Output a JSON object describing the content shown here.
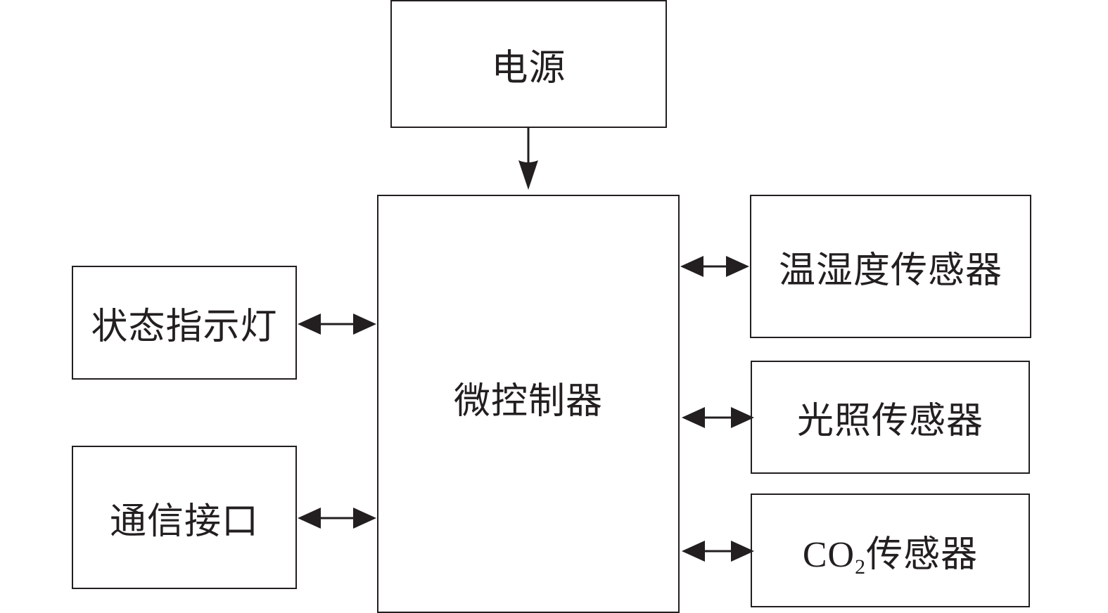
{
  "diagram": {
    "nodes": {
      "power": "电源",
      "mcu": "微控制器",
      "status_light": "状态指示灯",
      "comm_interface": "通信接口",
      "temp_humidity_sensor": "温湿度传感器",
      "light_sensor": "光照传感器",
      "co2_sensor": {
        "prefix": "CO",
        "subscript": "2",
        "suffix": "传感器"
      }
    },
    "edges": [
      {
        "from": "电源",
        "to": "微控制器",
        "direction": "one-way"
      },
      {
        "from": "状态指示灯",
        "to": "微控制器",
        "direction": "two-way"
      },
      {
        "from": "通信接口",
        "to": "微控制器",
        "direction": "two-way"
      },
      {
        "from": "温湿度传感器",
        "to": "微控制器",
        "direction": "two-way"
      },
      {
        "from": "光照传感器",
        "to": "微控制器",
        "direction": "two-way"
      },
      {
        "from": "CO2传感器",
        "to": "微控制器",
        "direction": "two-way"
      }
    ],
    "colors": {
      "stroke": "#231f20",
      "background": "#ffffff"
    }
  }
}
